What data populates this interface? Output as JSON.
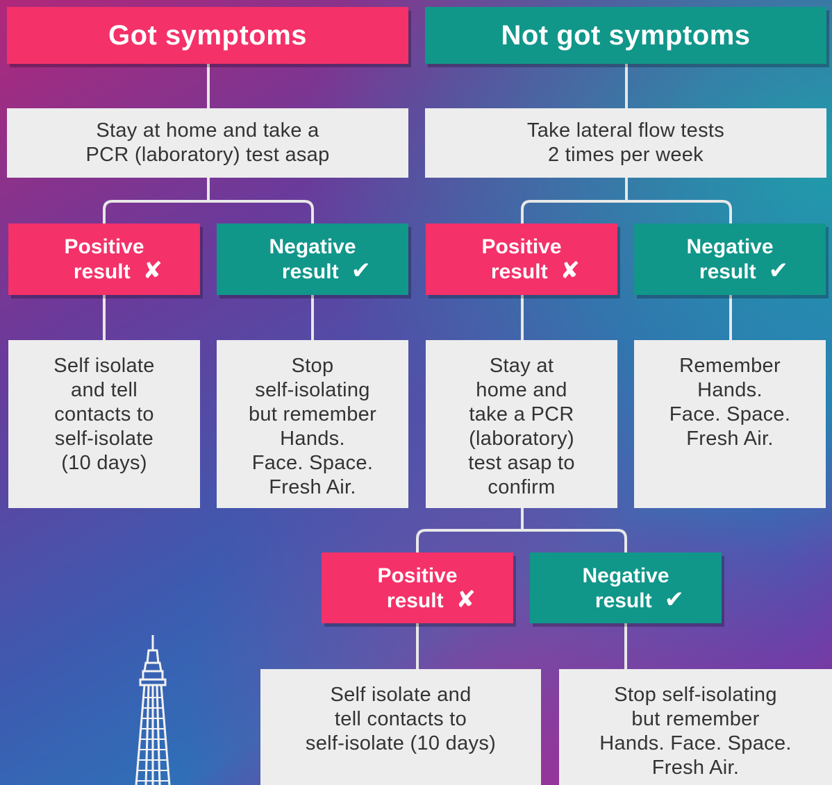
{
  "headers": {
    "got": "Got symptoms",
    "not_got": "Not got symptoms"
  },
  "instructions": {
    "got": "Stay at home and take a\nPCR (laboratory) test asap",
    "not_got": "Take lateral flow tests\n2 times per week"
  },
  "result_labels": {
    "positive_line1": "Positive",
    "negative_line1": "Negative",
    "line2": "result",
    "positive_mark": "✘",
    "negative_mark": "✔"
  },
  "outcomes": {
    "got_positive": "Self isolate\nand tell\ncontacts to\nself-isolate\n(10 days)",
    "got_negative": "Stop\nself-isolating\nbut remember\nHands.\nFace. Space.\nFresh Air.",
    "not_positive": "Stay at\nhome and\ntake a PCR\n(laboratory)\ntest asap to\nconfirm",
    "not_negative": "Remember\nHands.\nFace. Space.\nFresh Air.",
    "confirm_positive": "Self isolate and\ntell contacts to\nself-isolate (10 days)",
    "confirm_negative": "Stop  self-isolating\nbut remember\nHands. Face. Space.\nFresh Air."
  },
  "colors": {
    "positive": "#f43169",
    "negative": "#11968a",
    "info_bg": "#ededed"
  },
  "icons": {
    "positive": "cross-mark-icon",
    "negative": "check-mark-icon",
    "decoration": "tower-icon"
  }
}
